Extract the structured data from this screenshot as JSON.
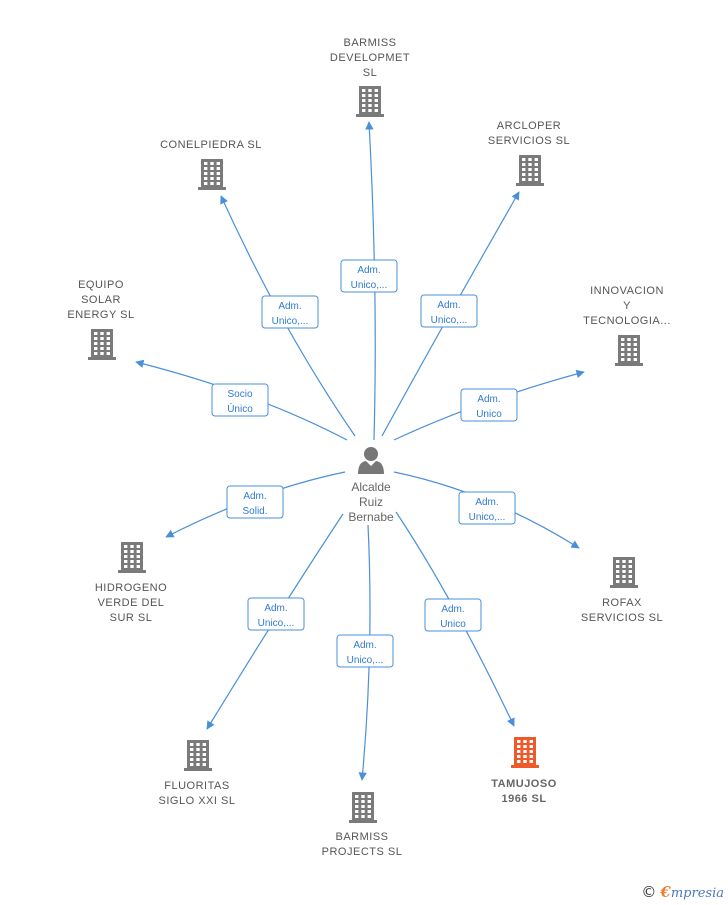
{
  "center": {
    "name_lines": [
      "Alcalde",
      "Ruiz",
      "Bernabe"
    ],
    "icon": "person-icon"
  },
  "nodes": [
    {
      "id": "barmiss-developmet",
      "lines": [
        "BARMISS",
        "DEVELOPMET",
        "SL"
      ],
      "role_lines": [
        "Adm.",
        "Unico,..."
      ],
      "highlight": false,
      "icon": "building-icon"
    },
    {
      "id": "arcloper-servicios",
      "lines": [
        "ARCLOPER",
        "SERVICIOS  SL"
      ],
      "role_lines": [
        "Adm.",
        "Unico,..."
      ],
      "highlight": false,
      "icon": "building-icon"
    },
    {
      "id": "innovacion-y-tecnologia",
      "lines": [
        "INNOVACION",
        "Y",
        "TECNOLOGIA..."
      ],
      "role_lines": [
        "Adm.",
        "Unico"
      ],
      "highlight": false,
      "icon": "building-icon"
    },
    {
      "id": "rofax-servicios",
      "lines": [
        "ROFAX",
        "SERVICIOS  SL"
      ],
      "role_lines": [
        "Adm.",
        "Unico,..."
      ],
      "highlight": false,
      "icon": "building-icon"
    },
    {
      "id": "tamujoso-1966",
      "lines": [
        "TAMUJOSO",
        "1966  SL"
      ],
      "role_lines": [
        "Adm.",
        "Unico"
      ],
      "highlight": true,
      "icon": "building-icon"
    },
    {
      "id": "barmiss-projects",
      "lines": [
        "BARMISS",
        "PROJECTS  SL"
      ],
      "role_lines": [
        "Adm.",
        "Unico,..."
      ],
      "highlight": false,
      "icon": "building-icon"
    },
    {
      "id": "fluoritas-siglo-xxi",
      "lines": [
        "FLUORITAS",
        "SIGLO XXI  SL"
      ],
      "role_lines": [
        "Adm.",
        "Unico,..."
      ],
      "highlight": false,
      "icon": "building-icon"
    },
    {
      "id": "hidrogeno-verde-del-sur",
      "lines": [
        "HIDROGENO",
        "VERDE DEL",
        "SUR  SL"
      ],
      "role_lines": [
        "Adm.",
        "Solid."
      ],
      "highlight": false,
      "icon": "building-icon"
    },
    {
      "id": "equipo-solar-energy",
      "lines": [
        "EQUIPO",
        "SOLAR",
        "ENERGY  SL"
      ],
      "role_lines": [
        "Socio",
        "Único"
      ],
      "highlight": false,
      "icon": "building-icon"
    },
    {
      "id": "conelpiedra",
      "lines": [
        "CONELPIEDRA SL"
      ],
      "role_lines": [
        "Adm.",
        "Unico,..."
      ],
      "highlight": false,
      "icon": "building-icon"
    }
  ],
  "colors": {
    "edge": "#4a90d9",
    "building": "#7a7a7a",
    "building_highlight": "#f0592a",
    "person": "#777777"
  },
  "footer": {
    "copyright_symbol": "©",
    "brand_initial": "€",
    "brand_rest": "mpresia"
  }
}
